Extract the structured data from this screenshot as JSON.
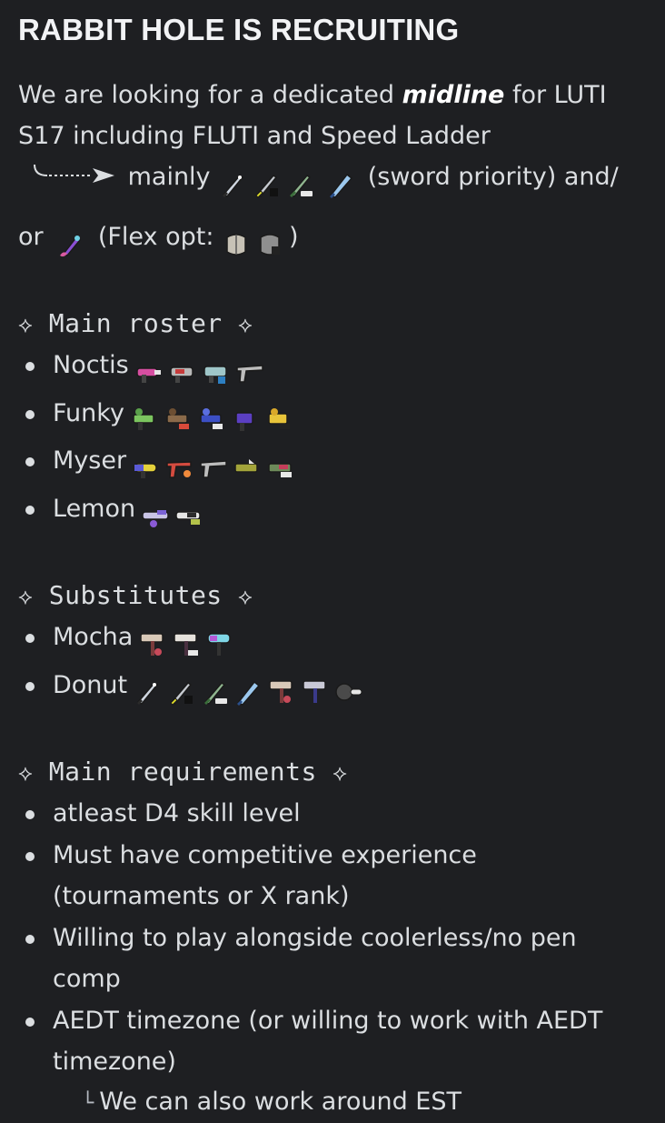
{
  "header": {
    "title": "RABBIT HOLE IS RECRUITING"
  },
  "intro": {
    "line1_prefix": "We are looking for a dedicated ",
    "line1_emphasis": "midline",
    "line1_suffix": " for LUTI",
    "line2": "S17 including FLUTI and Speed Ladder",
    "line3_a": "mainly",
    "line3_b": "(sword priority) and/",
    "line4_a": "or",
    "line4_b": "(Flex opt:",
    "line4_c": ")"
  },
  "main_roster": {
    "heading": "Main roster",
    "players": [
      {
        "name": "Noctis"
      },
      {
        "name": "Funky"
      },
      {
        "name": "Myser"
      },
      {
        "name": "Lemon"
      }
    ]
  },
  "substitutes": {
    "heading": "Substitutes",
    "players": [
      {
        "name": "Mocha"
      },
      {
        "name": "Donut"
      }
    ]
  },
  "requirements": {
    "heading": "Main requirements",
    "items": [
      "atleast D4 skill level",
      "Must have competitive experience (tournaments or X rank)",
      "Willing to play alongside coolerless/no pen comp",
      "AEDT timezone (or willing to work with AEDT timezone)"
    ],
    "note": "We can also work around EST"
  },
  "symbols": {
    "sparkle": "⟡",
    "hook": "└"
  },
  "icons": {
    "sword": "splatana-icon",
    "brush": "brush-icon",
    "shield": "brella-icon",
    "blaster": "blaster-icon",
    "roller": "roller-icon",
    "pistol": "pistol-icon",
    "shooter": "shooter-icon",
    "bomb": "burst-bomb-icon"
  },
  "colors": {
    "background": "#1e1f22",
    "text": "#dbdee1",
    "title": "#f2f3f5"
  }
}
